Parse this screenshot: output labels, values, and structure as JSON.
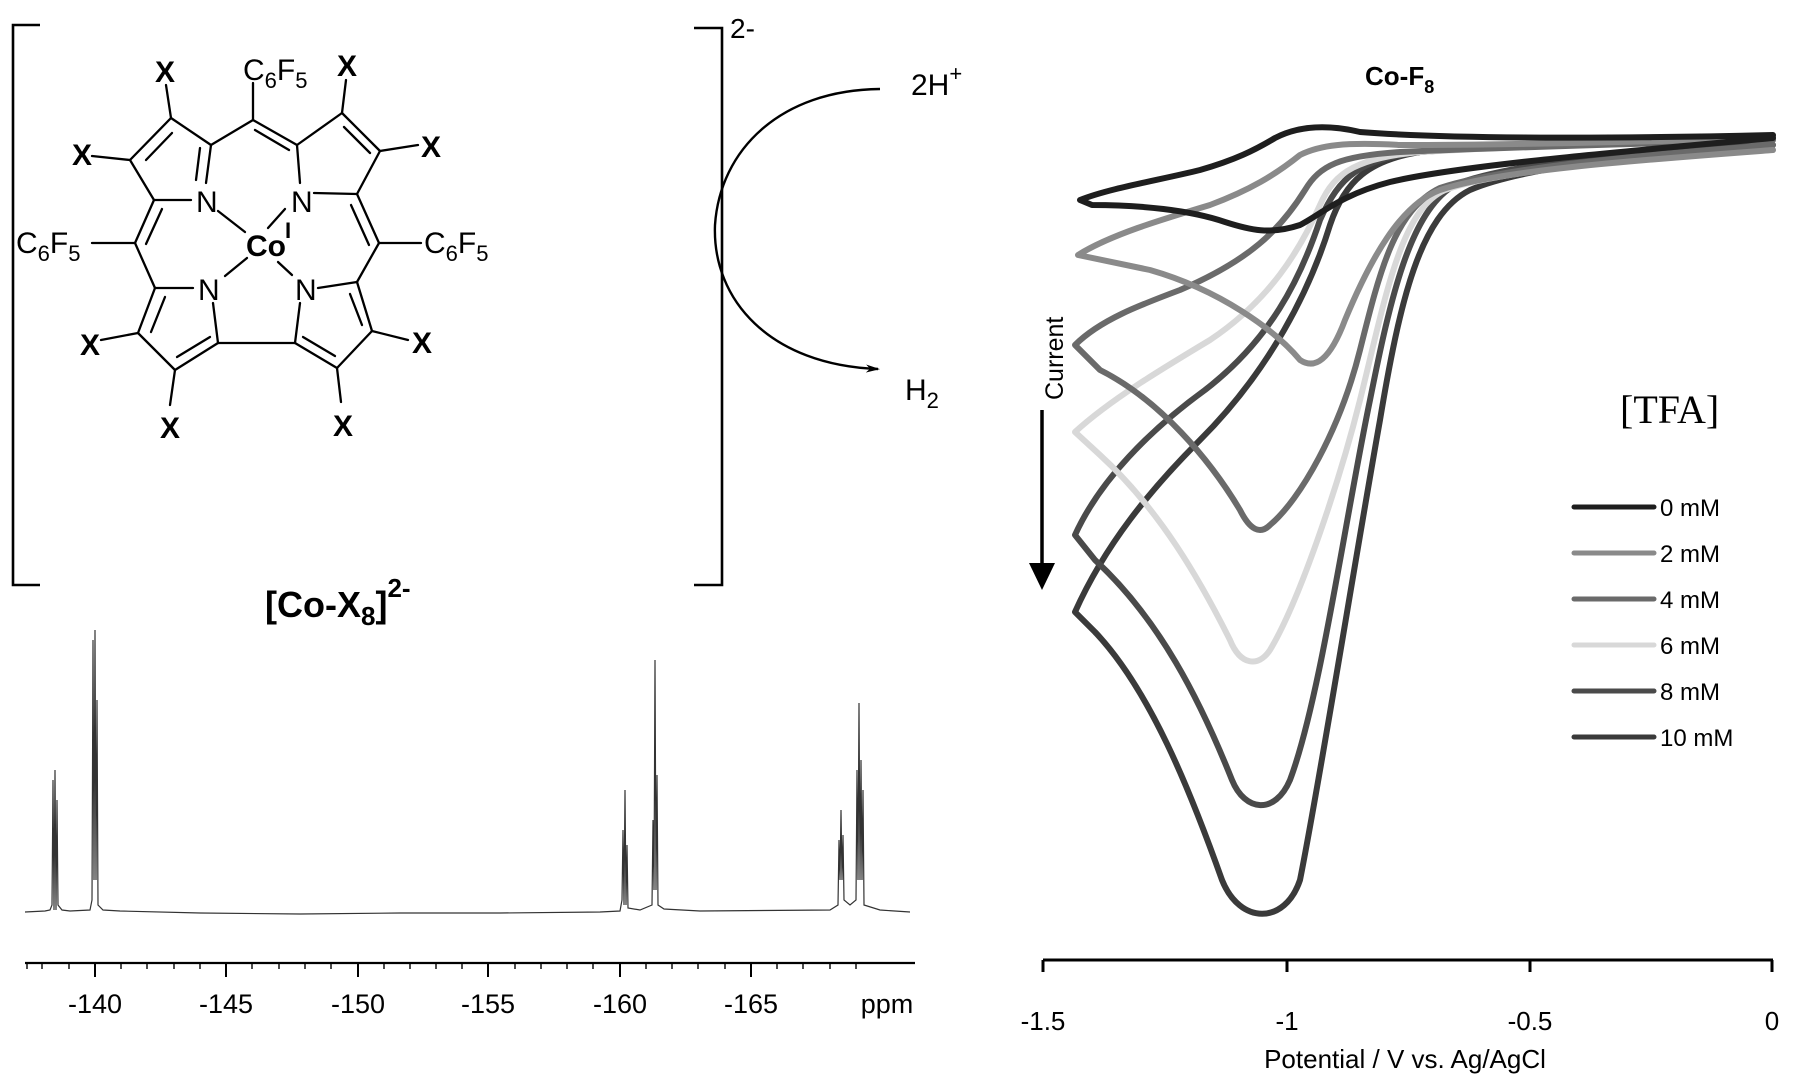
{
  "structure": {
    "charge": "2-",
    "metal": "Co",
    "metal_oxidation": "I",
    "nitrogen_label": "N",
    "substituent": "X",
    "meso_group": {
      "main": "C",
      "sub1": "6",
      "mid": "F",
      "sub2": "5"
    },
    "name": {
      "prefix": "[Co-X",
      "sub": "8",
      "close": "]",
      "sup": "2-"
    }
  },
  "reaction": {
    "reactant": {
      "main": "2H",
      "sup": "+"
    },
    "product": {
      "main": "H",
      "sub": "2"
    }
  },
  "chart_data": [
    {
      "type": "line",
      "title": "",
      "description": "19F NMR spectrum of [Co-X8]2- (C6F5 signals)",
      "xlabel": "ppm",
      "ylabel": "",
      "xlim": [
        -137.4,
        -170.9
      ],
      "x_ticks": [
        "-140",
        "-145",
        "-150",
        "-155",
        "-160",
        "-165"
      ],
      "x_unit": "ppm",
      "grid": false,
      "peaks": [
        {
          "ppm": -138.4,
          "multiplicity": "doublet",
          "rel_height": 0.54
        },
        {
          "ppm": -140.5,
          "multiplicity": "doublet",
          "rel_height": 1.0
        },
        {
          "ppm": -159.6,
          "multiplicity": "triplet",
          "rel_height": 0.5
        },
        {
          "ppm": -160.6,
          "multiplicity": "triplet",
          "rel_height": 0.87
        },
        {
          "ppm": -167.7,
          "multiplicity": "multiplet",
          "rel_height": 0.36
        },
        {
          "ppm": -168.5,
          "multiplicity": "multiplet",
          "rel_height": 0.71
        }
      ]
    },
    {
      "type": "line",
      "title": "Co-F8",
      "title_parts": {
        "main": "Co-F",
        "sub": "8"
      },
      "xlabel": "Potential / V vs. Ag/AgCl",
      "ylabel": "Current",
      "ylabel_direction": "down (cathodic current increases downward)",
      "xlim": [
        -1.5,
        0
      ],
      "x_ticks": [
        "-1.5",
        "-1",
        "-0.5",
        "0"
      ],
      "grid": false,
      "legend_title": "[TFA]",
      "legend_position": "right",
      "series": [
        {
          "name": "0 mM",
          "color": "#1e1e1e",
          "peak_potential_V": -1.02,
          "switch_potential_V": -1.4,
          "peak_current_rel": 0.12
        },
        {
          "name": "2 mM",
          "color": "#8a8a8a",
          "peak_potential_V": -0.98,
          "switch_potential_V": -1.4,
          "peak_current_rel": 0.28
        },
        {
          "name": "4 mM",
          "color": "#6a6a6a",
          "peak_potential_V": -1.04,
          "switch_potential_V": -1.4,
          "peak_current_rel": 0.46
        },
        {
          "name": "6 mM",
          "color": "#d8d8d8",
          "peak_potential_V": -1.07,
          "switch_potential_V": -1.4,
          "peak_current_rel": 0.64
        },
        {
          "name": "8 mM",
          "color": "#4a4a4a",
          "peak_potential_V": -1.09,
          "switch_potential_V": -1.4,
          "peak_current_rel": 0.82
        },
        {
          "name": "10 mM",
          "color": "#3a3a3a",
          "peak_potential_V": -1.12,
          "switch_potential_V": -1.4,
          "peak_current_rel": 1.0
        }
      ]
    }
  ],
  "nmr": {
    "tick_labels": [
      "-140",
      "-145",
      "-150",
      "-155",
      "-160",
      "-165"
    ],
    "unit": "ppm"
  },
  "cv": {
    "title_main": "Co-F",
    "title_sub": "8",
    "ylabel": "Current",
    "xlabel": "Potential / V vs. Ag/AgCl",
    "tick_labels": [
      "-1.5",
      "-1",
      "-0.5",
      "0"
    ],
    "legend_title": "[TFA]",
    "legend": [
      {
        "label": "0 mM",
        "color": "#1e1e1e"
      },
      {
        "label": "2 mM",
        "color": "#8a8a8a"
      },
      {
        "label": "4 mM",
        "color": "#6a6a6a"
      },
      {
        "label": "6 mM",
        "color": "#d8d8d8"
      },
      {
        "label": "8 mM",
        "color": "#4a4a4a"
      },
      {
        "label": "10 mM",
        "color": "#3a3a3a"
      }
    ]
  }
}
